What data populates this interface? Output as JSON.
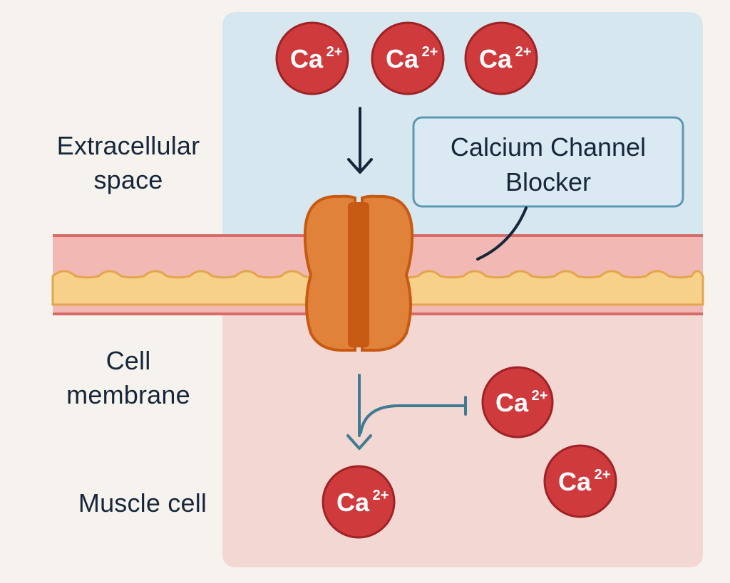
{
  "labels": {
    "extracellular_line1": "Extracellular",
    "extracellular_line2": "space",
    "membrane_line1": "Cell",
    "membrane_line2": "membrane",
    "muscle_cell": "Muscle cell"
  },
  "blocker": {
    "line1": "Calcium Channel",
    "line2": "Blocker"
  },
  "ion": {
    "symbol": "Ca",
    "charge": "2+"
  },
  "colors": {
    "extracellular_bg": "#d6e7ef",
    "intracellular_bg": "#f3d7d2",
    "membrane_outer": "#f2b9b4",
    "membrane_line": "#d66b69",
    "membrane_core": "#f7d08a",
    "channel_light": "#e0823a",
    "channel_dark": "#c75a12",
    "ion_fill": "#cf3a3d",
    "ion_stroke": "#9e2226",
    "arrow_blue": "#3f7b92",
    "text": "#17263a"
  }
}
